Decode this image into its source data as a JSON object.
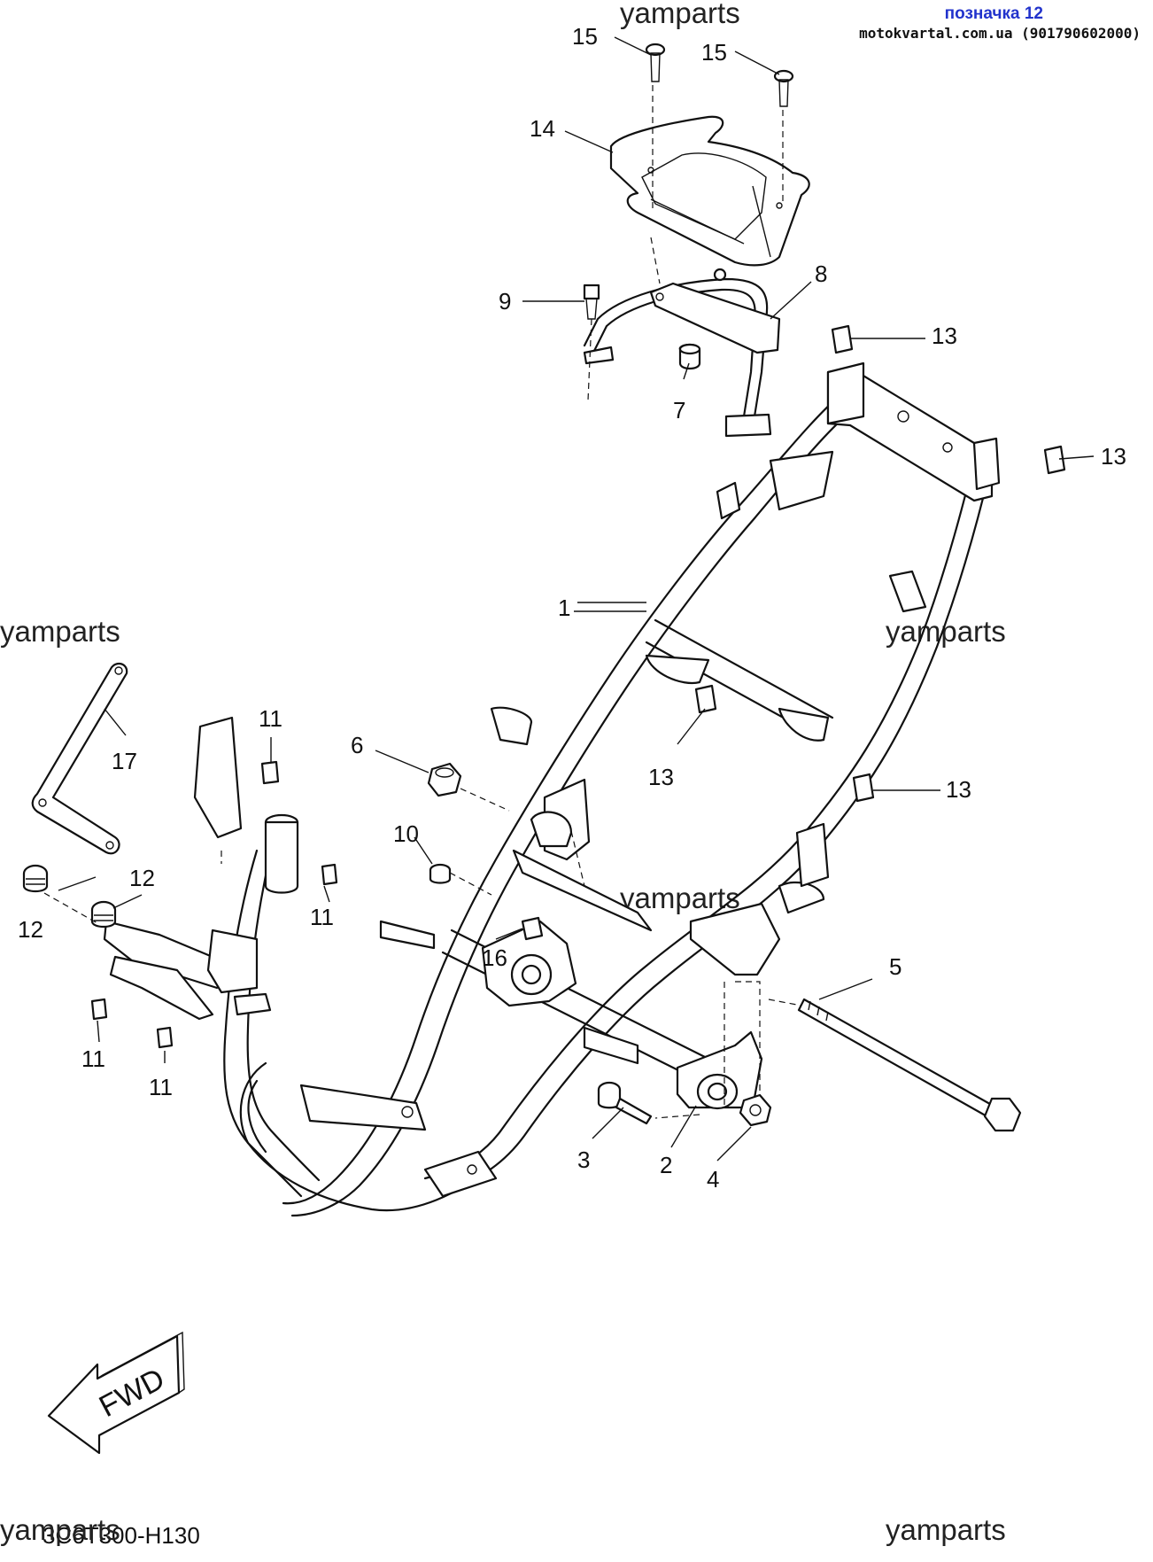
{
  "watermarks": [
    "yamparts",
    "yamparts",
    "yamparts",
    "yamparts",
    "yamparts"
  ],
  "badge": {
    "title": "позначка 12",
    "site": "motokvartal.com.ua (901790602000)"
  },
  "diagram_code": "3C6T300-H130",
  "fwd_label": "FWD",
  "callouts": [
    {
      "id": "c1",
      "text": "1"
    },
    {
      "id": "c2",
      "text": "2"
    },
    {
      "id": "c3",
      "text": "3"
    },
    {
      "id": "c4",
      "text": "4"
    },
    {
      "id": "c5",
      "text": "5"
    },
    {
      "id": "c6",
      "text": "6"
    },
    {
      "id": "c7",
      "text": "7"
    },
    {
      "id": "c8",
      "text": "8"
    },
    {
      "id": "c9",
      "text": "9"
    },
    {
      "id": "c10",
      "text": "10"
    },
    {
      "id": "c11a",
      "text": "11"
    },
    {
      "id": "c11b",
      "text": "11"
    },
    {
      "id": "c11c",
      "text": "11"
    },
    {
      "id": "c11d",
      "text": "11"
    },
    {
      "id": "c12a",
      "text": "12"
    },
    {
      "id": "c12b",
      "text": "12"
    },
    {
      "id": "c13a",
      "text": "13"
    },
    {
      "id": "c13b",
      "text": "13"
    },
    {
      "id": "c13c",
      "text": "13"
    },
    {
      "id": "c13d",
      "text": "13"
    },
    {
      "id": "c14",
      "text": "14"
    },
    {
      "id": "c15a",
      "text": "15"
    },
    {
      "id": "c15b",
      "text": "15"
    },
    {
      "id": "c16",
      "text": "16"
    },
    {
      "id": "c17",
      "text": "17"
    }
  ]
}
